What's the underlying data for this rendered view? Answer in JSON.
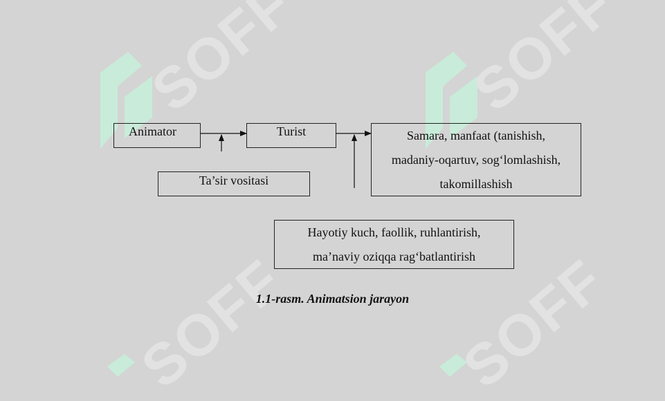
{
  "watermark": {
    "brand": "SOFF",
    "logo_color": "#c8ecd9"
  },
  "diagram": {
    "nodes": {
      "animator": "Animator",
      "turist": "Turist",
      "tasir": "Ta’sir vositasi",
      "samara": [
        "Samara, manfaat (tanishish,",
        "madaniy-oqartuv, sog‘lomlashish,",
        "takomillashish"
      ],
      "hayotiy": [
        "Hayotiy kuch, faollik, ruhlantirish,",
        "ma’naviy oziqqa rag‘batlantirish"
      ]
    },
    "caption": "1.1-rasm. Animatsion jarayon"
  }
}
